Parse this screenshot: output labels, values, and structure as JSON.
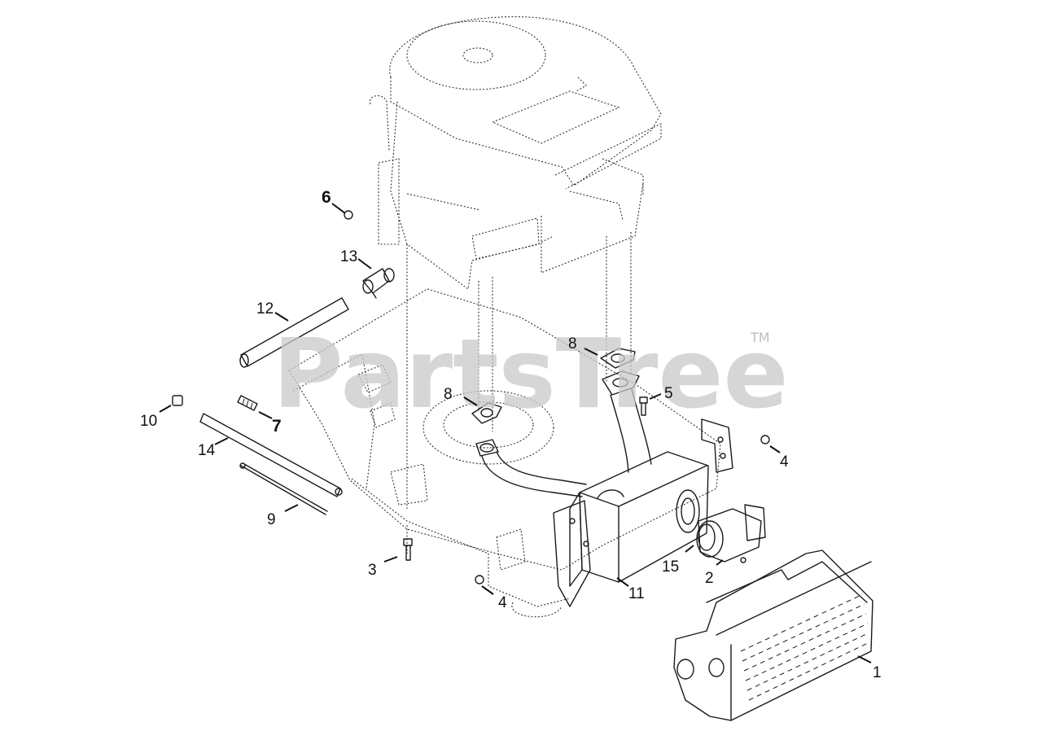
{
  "watermark": {
    "text": "PartsTree",
    "trademark": "TM"
  },
  "callouts": [
    {
      "id": "6",
      "label": "6"
    },
    {
      "id": "13",
      "label": "13"
    },
    {
      "id": "12",
      "label": "12"
    },
    {
      "id": "10",
      "label": "10"
    },
    {
      "id": "7",
      "label": "7"
    },
    {
      "id": "14",
      "label": "14"
    },
    {
      "id": "9",
      "label": "9"
    },
    {
      "id": "3",
      "label": "3"
    },
    {
      "id": "4a",
      "label": "4"
    },
    {
      "id": "8a",
      "label": "8"
    },
    {
      "id": "8b",
      "label": "8"
    },
    {
      "id": "5",
      "label": "5"
    },
    {
      "id": "4b",
      "label": "4"
    },
    {
      "id": "11",
      "label": "11"
    },
    {
      "id": "15",
      "label": "15"
    },
    {
      "id": "2",
      "label": "2"
    },
    {
      "id": "1",
      "label": "1"
    }
  ]
}
